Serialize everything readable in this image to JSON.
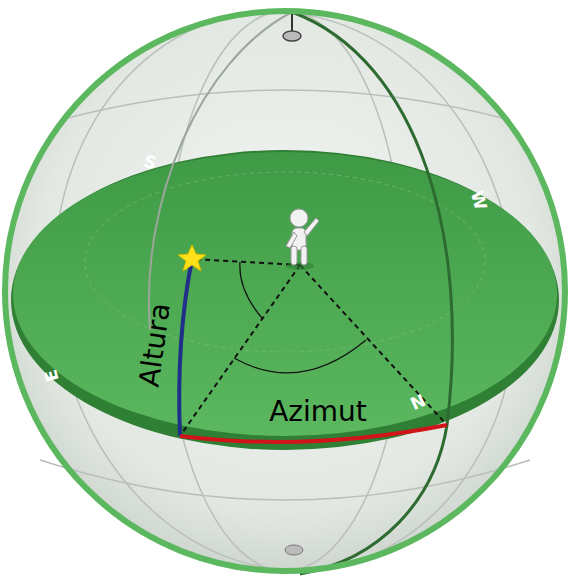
{
  "diagram": {
    "labels": [
      "S",
      "W",
      "E",
      "N",
      "Altura",
      "Azimut"
    ]
  }
}
